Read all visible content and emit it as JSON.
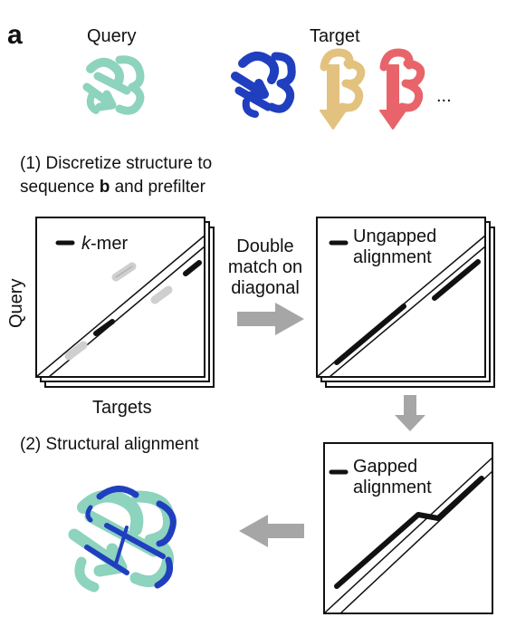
{
  "panel_letter": "a",
  "header": {
    "query_label": "Query",
    "target_label": "Target",
    "more": "..."
  },
  "step1": {
    "line1": "(1) Discretize structure to",
    "line2_prefix": "sequence ",
    "line2_bold": "b",
    "line2_suffix": " and prefilter"
  },
  "box1": {
    "legend_italic": "k",
    "legend_rest": "-mer",
    "y_label": "Query",
    "x_label": "Targets"
  },
  "arrow1_text": {
    "line1": "Double",
    "line2": "match on",
    "line3": "diagonal"
  },
  "box2": {
    "legend_line1": "Ungapped",
    "legend_line2": "alignment"
  },
  "box3": {
    "legend_line1": "Gapped",
    "legend_line2": "alignment"
  },
  "step2": {
    "label": "(2) Structural alignment"
  },
  "colors": {
    "query_protein": "#8dd3bd",
    "target_blue": "#1f3fbf",
    "target_gold": "#e2c27e",
    "target_red": "#e8646a",
    "arrow_gray": "#a6a6a6",
    "kmer_gray": "#cfcfcf"
  }
}
